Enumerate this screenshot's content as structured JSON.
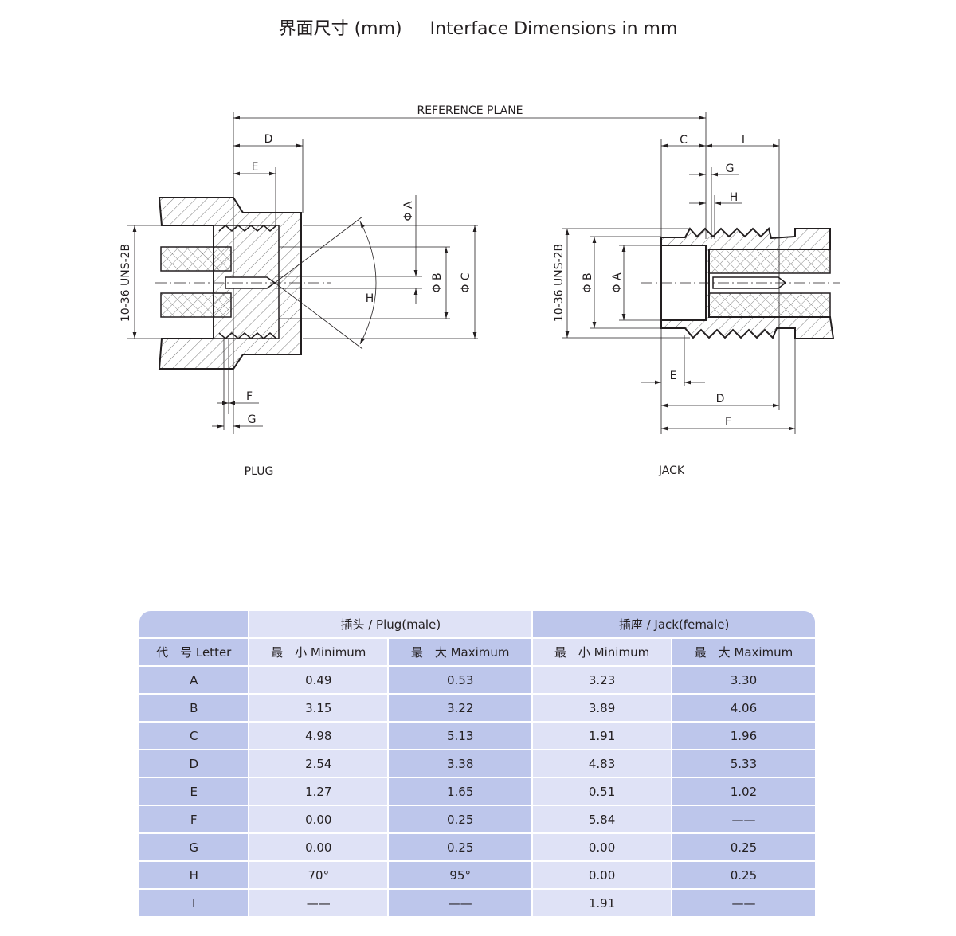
{
  "title": {
    "zh": "界面尺寸 (mm)",
    "en": "Interface Dimensions in mm"
  },
  "drawing": {
    "reference_plane": "REFERENCE PLANE",
    "plug": {
      "caption": "PLUG",
      "thread": "10-36 UNS-2B",
      "labels": {
        "D": "D",
        "E": "E",
        "F": "F",
        "G": "G",
        "H": "H",
        "A": "Φ A",
        "B": "Φ B",
        "C": "Φ C"
      }
    },
    "jack": {
      "caption": "JACK",
      "thread": "10-36 UNS-2B",
      "labels": {
        "C": "C",
        "I": "I",
        "G": "G",
        "H": "H",
        "E": "E",
        "D": "D",
        "F": "F",
        "A": "Φ A",
        "B": "Φ B"
      }
    }
  },
  "table": {
    "group_headers": {
      "plug": "插头 / Plug(male)",
      "jack": "插座 / Jack(female)"
    },
    "headers": [
      "代　号 Letter",
      "最　小 Minimum",
      "最　大 Maximum",
      "最　小 Minimum",
      "最　大 Maximum"
    ],
    "rows": [
      [
        "A",
        "0.49",
        "0.53",
        "3.23",
        "3.30"
      ],
      [
        "B",
        "3.15",
        "3.22",
        "3.89",
        "4.06"
      ],
      [
        "C",
        "4.98",
        "5.13",
        "1.91",
        "1.96"
      ],
      [
        "D",
        "2.54",
        "3.38",
        "4.83",
        "5.33"
      ],
      [
        "E",
        "1.27",
        "1.65",
        "0.51",
        "1.02"
      ],
      [
        "F",
        "0.00",
        "0.25",
        "5.84",
        "——"
      ],
      [
        "G",
        "0.00",
        "0.25",
        "0.00",
        "0.25"
      ],
      [
        "H",
        "70°",
        "95°",
        "0.00",
        "0.25"
      ],
      [
        "I",
        "——",
        "——",
        "1.91",
        "——"
      ]
    ]
  }
}
